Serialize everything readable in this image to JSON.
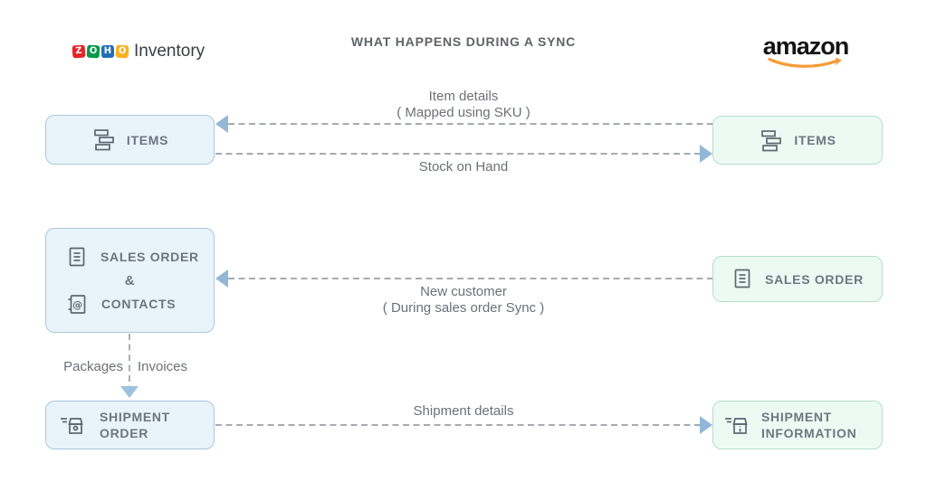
{
  "title": "WHAT HAPPENS DURING A SYNC",
  "logos": {
    "zoho": {
      "letters": [
        "Z",
        "O",
        "H",
        "O"
      ],
      "letter_colors": [
        "#e42527",
        "#089949",
        "#226db4",
        "#f9b21d"
      ],
      "product": "Inventory"
    },
    "amazon": {
      "text": "amazon",
      "smile_color": "#f79b34"
    }
  },
  "zoho_column": {
    "items": {
      "label": "ITEMS",
      "icon": "stacked-items-icon"
    },
    "sales_order_contacts": {
      "line1": "SALES ORDER",
      "amp": "&",
      "line2": "CONTACTS",
      "icons": [
        "document-icon",
        "contacts-icon"
      ]
    },
    "shipment_order": {
      "line1": "SHIPMENT",
      "line2": "ORDER",
      "icon": "package-icon"
    }
  },
  "amazon_column": {
    "items": {
      "label": "ITEMS",
      "icon": "stacked-items-icon"
    },
    "sales_order": {
      "label": "SALES ORDER",
      "icon": "document-icon"
    },
    "shipment_information": {
      "line1": "SHIPMENT",
      "line2": "INFORMATION",
      "icon": "package-info-icon"
    }
  },
  "flows": {
    "item_details": {
      "line1": "Item details",
      "line2": "( Mapped using SKU )",
      "direction": "amazon-to-zoho"
    },
    "stock_on_hand": {
      "label": "Stock on Hand",
      "direction": "zoho-to-amazon"
    },
    "new_customer": {
      "line1": "New customer",
      "line2": "( During sales order Sync )",
      "direction": "amazon-to-zoho"
    },
    "shipment_details": {
      "label": "Shipment details",
      "direction": "zoho-to-amazon"
    },
    "internal": {
      "left_label": "Packages",
      "right_label": "Invoices",
      "direction": "down"
    }
  },
  "colors": {
    "zoho_box_fill": "#e9f3fa",
    "zoho_box_border": "#abc8dc",
    "amazon_box_fill": "#edfaf3",
    "amazon_box_border": "#b3dfca",
    "arrow_head": "#93b7d6",
    "dash_line": "#a5abb0",
    "box_text": "#6d7680",
    "label_text": "#6b7177",
    "title_text": "#5f6468"
  }
}
